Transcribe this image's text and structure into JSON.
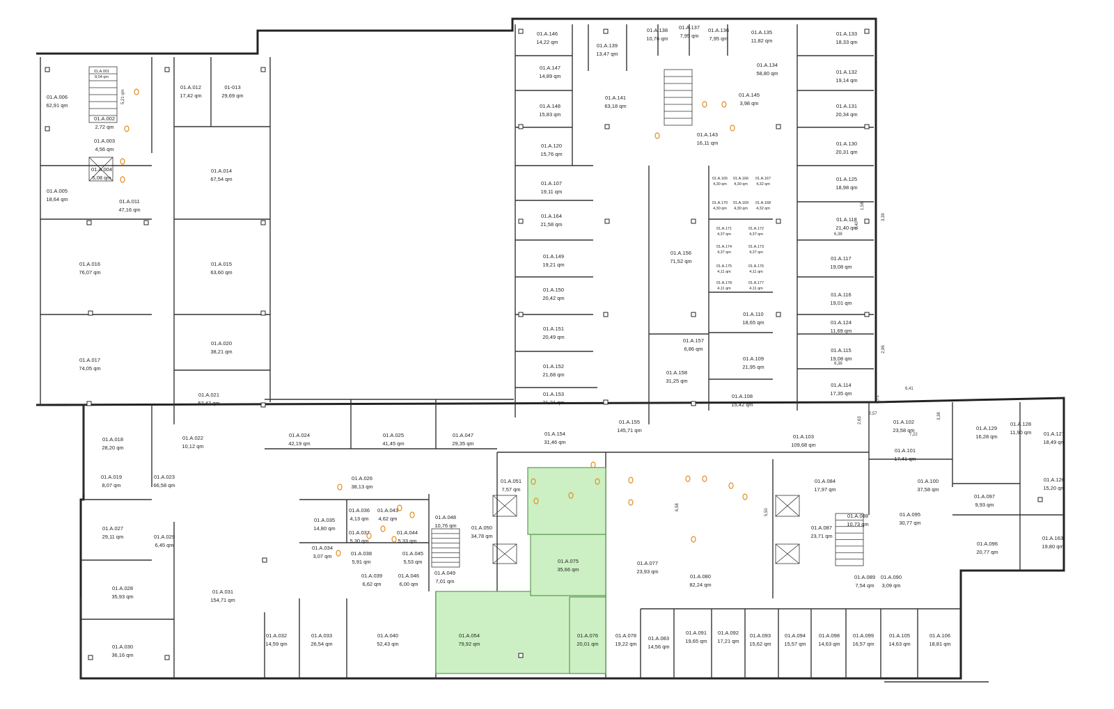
{
  "plan": {
    "highlight_color": "#ccf0c4",
    "rooms": [
      {
        "id": "01.A.006",
        "area": "62,91 qm"
      },
      {
        "id": "01.A.001",
        "area": "8,04 qm"
      },
      {
        "id": "01.A.002",
        "area": "2,72 qm"
      },
      {
        "id": "01.A.003",
        "area": "4,56 qm"
      },
      {
        "id": "01.A.004",
        "area": "5,08 qm"
      },
      {
        "id": "01.A.005",
        "area": "18,64 qm"
      },
      {
        "id": "01.A.011",
        "area": "47,16 qm"
      },
      {
        "id": "01.A.012",
        "area": "17,42 qm"
      },
      {
        "id": "01-013",
        "area": "29,69 qm"
      },
      {
        "id": "01.A.014",
        "area": "67,54 qm"
      },
      {
        "id": "01.A.015",
        "area": "63,60 qm"
      },
      {
        "id": "01.A.016",
        "area": "76,07 qm"
      },
      {
        "id": "01.A.017",
        "area": "74,05 qm"
      },
      {
        "id": "01.A.018",
        "area": "28,20 qm"
      },
      {
        "id": "01.A.019",
        "area": "8,07 qm"
      },
      {
        "id": "01.A.020",
        "area": "38,21 qm"
      },
      {
        "id": "01.A.021",
        "area": "52,47 qm"
      },
      {
        "id": "01.A.022",
        "area": "10,12 qm"
      },
      {
        "id": "01.A.023",
        "area": "66,58 qm"
      },
      {
        "id": "01.A.024",
        "area": "42,19 qm"
      },
      {
        "id": "01.A.025",
        "area": "41,45 qm"
      },
      {
        "id": "01.A.026",
        "area": "38,13 qm"
      },
      {
        "id": "01.A.027",
        "area": "29,11 qm"
      },
      {
        "id": "01.A.028",
        "area": "35,93 qm"
      },
      {
        "id": "01.A.029",
        "area": "6,45 qm"
      },
      {
        "id": "01.A.030",
        "area": "36,16 qm"
      },
      {
        "id": "01.A.031",
        "area": "154,71 qm"
      },
      {
        "id": "01.A.032",
        "area": "14,59 qm"
      },
      {
        "id": "01.A.033",
        "area": "26,54 qm"
      },
      {
        "id": "01.A.034",
        "area": "3,07 qm"
      },
      {
        "id": "01.A.035",
        "area": "14,80 qm"
      },
      {
        "id": "01.A.036",
        "area": "4,13 qm"
      },
      {
        "id": "01.A.037",
        "area": "5,30 qm"
      },
      {
        "id": "01.A.038",
        "area": "5,91 qm"
      },
      {
        "id": "01.A.039",
        "area": "6,62 qm"
      },
      {
        "id": "01.A.040",
        "area": "52,43 qm"
      },
      {
        "id": "01.A.043",
        "area": "4,62 qm"
      },
      {
        "id": "01.A.044",
        "area": "5,33 qm"
      },
      {
        "id": "01.A.045",
        "area": "5,53 qm"
      },
      {
        "id": "01.A.046",
        "area": "6,00 qm"
      },
      {
        "id": "01.A.047",
        "area": "29,35 qm"
      },
      {
        "id": "01.A.048",
        "area": "10,76 qm"
      },
      {
        "id": "01.A.049",
        "area": "7,01 qm"
      },
      {
        "id": "01.A.050",
        "area": "34,78 qm"
      },
      {
        "id": "01.A.051",
        "area": "7,57 qm"
      },
      {
        "id": "01.A.054",
        "area": "79,92 qm"
      },
      {
        "id": "01.A.075",
        "area": "35,66 qm"
      },
      {
        "id": "01.A.076",
        "area": "20,01 qm"
      },
      {
        "id": "01.A.077",
        "area": "23,93 qm"
      },
      {
        "id": "01.A.078",
        "area": "19,22 qm"
      },
      {
        "id": "01.A.080",
        "area": "82,24 qm"
      },
      {
        "id": "01.A.083",
        "area": "14,56 qm"
      },
      {
        "id": "01.A.084",
        "area": "17,97 qm"
      },
      {
        "id": "01.A.087",
        "area": "23,71 qm"
      },
      {
        "id": "01.A.088",
        "area": "10,73 qm"
      },
      {
        "id": "01.A.089",
        "area": "7,54 qm"
      },
      {
        "id": "01.A.090",
        "area": "3,09 qm"
      },
      {
        "id": "01.A.091",
        "area": "19,65 qm"
      },
      {
        "id": "01.A.092",
        "area": "17,21 qm"
      },
      {
        "id": "01.A.093",
        "area": "15,62 qm"
      },
      {
        "id": "01.A.094",
        "area": "15,57 qm"
      },
      {
        "id": "01.A.095",
        "area": "30,77 qm"
      },
      {
        "id": "01.A.096",
        "area": "20,77 qm"
      },
      {
        "id": "01.A.097",
        "area": "9,93 qm"
      },
      {
        "id": "01.A.098",
        "area": "14,63 qm"
      },
      {
        "id": "01.A.099",
        "area": "16,57 qm"
      },
      {
        "id": "01.A.100",
        "area": "37,58 qm"
      },
      {
        "id": "01.A.101",
        "area": "17,41 qm"
      },
      {
        "id": "01.A.102",
        "area": "23,58 qm"
      },
      {
        "id": "01.A.103",
        "area": "109,68 qm"
      },
      {
        "id": "01.A.105",
        "area": "14,63 qm"
      },
      {
        "id": "01.A.106",
        "area": "18,81 qm"
      },
      {
        "id": "01.A.107",
        "area": "19,11 qm"
      },
      {
        "id": "01.A.108",
        "area": "15,42 qm"
      },
      {
        "id": "01.A.109",
        "area": "21,95 qm"
      },
      {
        "id": "01.A.110",
        "area": "18,65 qm"
      },
      {
        "id": "01.A.114",
        "area": "17,35 qm"
      },
      {
        "id": "01.A.115",
        "area": "19,08 qm"
      },
      {
        "id": "01.A.116",
        "area": "19,01 qm"
      },
      {
        "id": "01.A.117",
        "area": "19,08 qm"
      },
      {
        "id": "01.A.118",
        "area": "21,40 qm"
      },
      {
        "id": "01.A.120",
        "area": "15,76 qm"
      },
      {
        "id": "01.A.124",
        "area": "11,69 qm"
      },
      {
        "id": "01.A.125",
        "area": "18,98 qm"
      },
      {
        "id": "01.A.126",
        "area": "15,20 qm"
      },
      {
        "id": "01.A.127",
        "area": "18,49 qm"
      },
      {
        "id": "01.A.128",
        "area": "11,90 qm"
      },
      {
        "id": "01.A.129",
        "area": "16,28 qm"
      },
      {
        "id": "01.A.130",
        "area": "20,31 qm"
      },
      {
        "id": "01.A.131",
        "area": "20,34 qm"
      },
      {
        "id": "01.A.132",
        "area": "19,14 qm"
      },
      {
        "id": "01.A.133",
        "area": "18,33 qm"
      },
      {
        "id": "01.A.134",
        "area": "58,80 qm"
      },
      {
        "id": "01.A.135",
        "area": "11,82 qm"
      },
      {
        "id": "01.A.136",
        "area": "7,95 qm"
      },
      {
        "id": "01.A.137",
        "area": "7,95 qm"
      },
      {
        "id": "01.A.138",
        "area": "10,76 qm"
      },
      {
        "id": "01.A.139",
        "area": "13,47 qm"
      },
      {
        "id": "01.A.141",
        "area": "63,18 qm"
      },
      {
        "id": "01.A.143",
        "area": "16,11 qm"
      },
      {
        "id": "01.A.145",
        "area": "3,98 qm"
      },
      {
        "id": "01.A.146",
        "area": "14,22 qm"
      },
      {
        "id": "01.A.147",
        "area": "14,89 qm"
      },
      {
        "id": "01.A.148",
        "area": "15,83 qm"
      },
      {
        "id": "01.A.149",
        "area": "19,21 qm"
      },
      {
        "id": "01.A.150",
        "area": "20,42 qm"
      },
      {
        "id": "01.A.151",
        "area": "20,49 qm"
      },
      {
        "id": "01.A.152",
        "area": "21,68 qm"
      },
      {
        "id": "01.A.153",
        "area": "21,21 qm"
      },
      {
        "id": "01.A.154",
        "area": "31,46 qm"
      },
      {
        "id": "01.A.155",
        "area": "145,71 qm"
      },
      {
        "id": "01.A.156",
        "area": "71,52 qm"
      },
      {
        "id": "01.A.157",
        "area": "6,86 qm"
      },
      {
        "id": "01.A.158",
        "area": "31,25 qm"
      },
      {
        "id": "01.A.163",
        "area": "19,80 qm"
      },
      {
        "id": "01.A.164",
        "area": "21,58 qm"
      },
      {
        "id": "01.A.165",
        "area": "4,30 qm"
      },
      {
        "id": "01.A.166",
        "area": "4,30 qm"
      },
      {
        "id": "01.A.167",
        "area": "4,32 qm"
      },
      {
        "id": "01.A.168",
        "area": "4,32 qm"
      },
      {
        "id": "01.A.169",
        "area": "4,30 qm"
      },
      {
        "id": "01.A.170",
        "area": "4,30 qm"
      },
      {
        "id": "01.A.171",
        "area": "4,37 qm"
      },
      {
        "id": "01.A.172",
        "area": "4,37 qm"
      },
      {
        "id": "01.A.173",
        "area": "4,37 qm"
      },
      {
        "id": "01.A.174",
        "area": "4,37 qm"
      },
      {
        "id": "01.A.175",
        "area": "4,11 qm"
      },
      {
        "id": "01.A.176",
        "area": "4,11 qm"
      },
      {
        "id": "01.A.177",
        "area": "4,11 qm"
      },
      {
        "id": "01.A.178",
        "area": "4,11 qm"
      }
    ],
    "dimensions": [
      "5,21 qm",
      "3,39",
      "2,96",
      "6,41",
      "3,38",
      "6,38",
      "6,38",
      "0,71",
      "0,57",
      "2,63",
      "7,22",
      "1,58",
      "0,40",
      "5,50",
      "6,58"
    ]
  }
}
